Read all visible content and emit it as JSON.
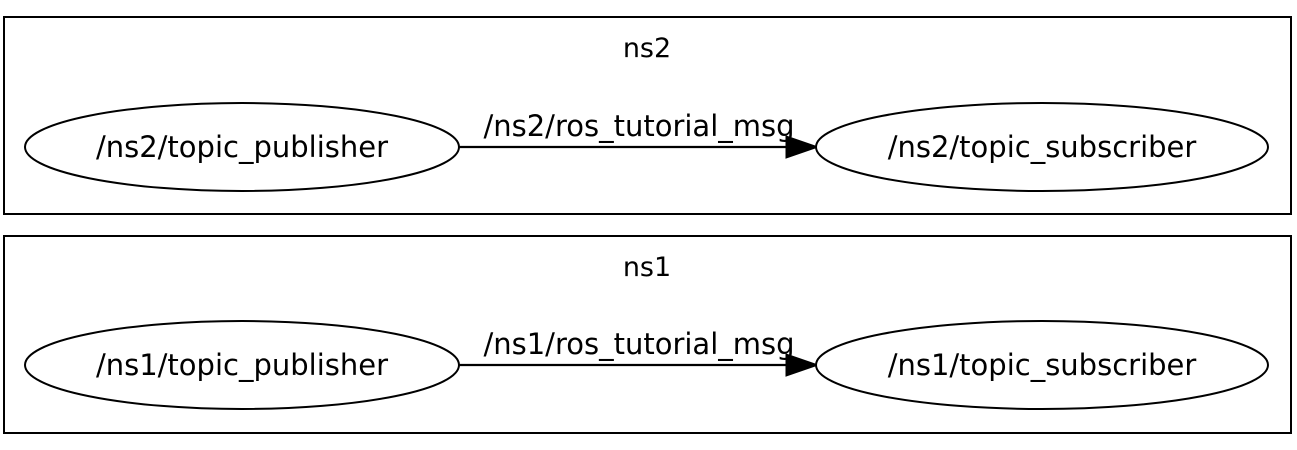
{
  "graph": {
    "clusters": [
      {
        "label": "ns2",
        "publisher": "/ns2/topic_publisher",
        "topic": "/ns2/ros_tutorial_msg",
        "subscriber": "/ns2/topic_subscriber"
      },
      {
        "label": "ns1",
        "publisher": "/ns1/topic_publisher",
        "topic": "/ns1/ros_tutorial_msg",
        "subscriber": "/ns1/topic_subscriber"
      }
    ]
  }
}
